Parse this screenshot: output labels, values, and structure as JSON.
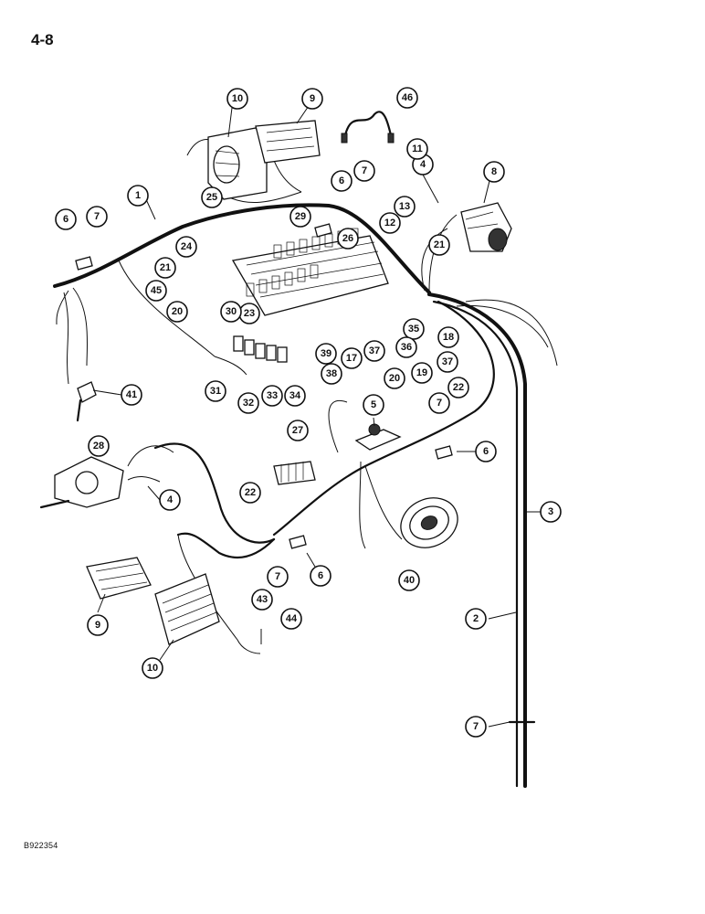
{
  "page": {
    "page_number": "4-8",
    "figure_id": "B922354"
  },
  "callouts": [
    {
      "id": "c1",
      "label": "1"
    },
    {
      "id": "c2",
      "label": "2"
    },
    {
      "id": "c3",
      "label": "3"
    },
    {
      "id": "c4a",
      "label": "4"
    },
    {
      "id": "c4b",
      "label": "4"
    },
    {
      "id": "c5",
      "label": "5"
    },
    {
      "id": "c6a",
      "label": "6"
    },
    {
      "id": "c6b",
      "label": "6"
    },
    {
      "id": "c6c",
      "label": "6"
    },
    {
      "id": "c6d",
      "label": "6"
    },
    {
      "id": "c7a",
      "label": "7"
    },
    {
      "id": "c7b",
      "label": "7"
    },
    {
      "id": "c7c",
      "label": "7"
    },
    {
      "id": "c7d",
      "label": "7"
    },
    {
      "id": "c7e",
      "label": "7"
    },
    {
      "id": "c8",
      "label": "8"
    },
    {
      "id": "c9a",
      "label": "9"
    },
    {
      "id": "c9b",
      "label": "9"
    },
    {
      "id": "c10a",
      "label": "10"
    },
    {
      "id": "c10b",
      "label": "10"
    },
    {
      "id": "c11",
      "label": "11"
    },
    {
      "id": "c12",
      "label": "12"
    },
    {
      "id": "c13",
      "label": "13"
    },
    {
      "id": "c17",
      "label": "17"
    },
    {
      "id": "c18",
      "label": "18"
    },
    {
      "id": "c19",
      "label": "19"
    },
    {
      "id": "c20a",
      "label": "20"
    },
    {
      "id": "c20b",
      "label": "20"
    },
    {
      "id": "c21a",
      "label": "21"
    },
    {
      "id": "c21b",
      "label": "21"
    },
    {
      "id": "c22a",
      "label": "22"
    },
    {
      "id": "c22b",
      "label": "22"
    },
    {
      "id": "c23",
      "label": "23"
    },
    {
      "id": "c24",
      "label": "24"
    },
    {
      "id": "c25",
      "label": "25"
    },
    {
      "id": "c26",
      "label": "26"
    },
    {
      "id": "c27",
      "label": "27"
    },
    {
      "id": "c28",
      "label": "28"
    },
    {
      "id": "c29",
      "label": "29"
    },
    {
      "id": "c30",
      "label": "30"
    },
    {
      "id": "c31",
      "label": "31"
    },
    {
      "id": "c32",
      "label": "32"
    },
    {
      "id": "c33",
      "label": "33"
    },
    {
      "id": "c34",
      "label": "34"
    },
    {
      "id": "c35",
      "label": "35"
    },
    {
      "id": "c36",
      "label": "36"
    },
    {
      "id": "c37a",
      "label": "37"
    },
    {
      "id": "c37b",
      "label": "37"
    },
    {
      "id": "c38",
      "label": "38"
    },
    {
      "id": "c39",
      "label": "39"
    },
    {
      "id": "c40",
      "label": "40"
    },
    {
      "id": "c41",
      "label": "41"
    },
    {
      "id": "c43",
      "label": "43"
    },
    {
      "id": "c44",
      "label": "44"
    },
    {
      "id": "c45",
      "label": "45"
    },
    {
      "id": "c46",
      "label": "46"
    }
  ]
}
